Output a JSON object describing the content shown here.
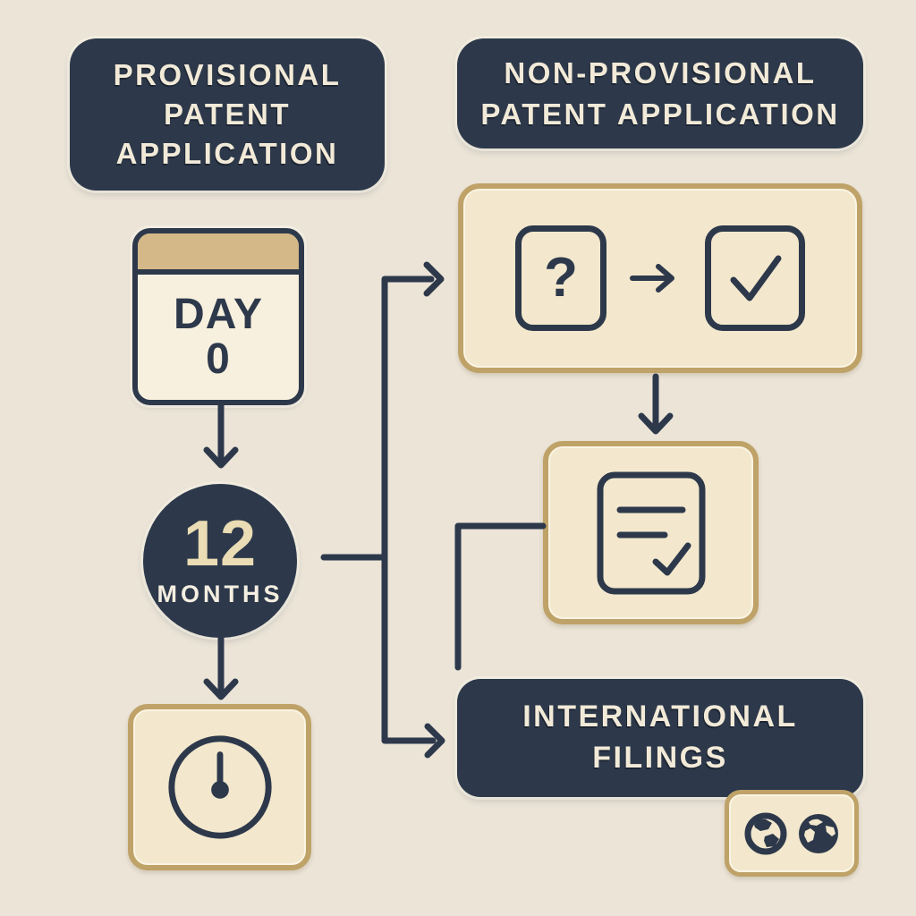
{
  "palette": {
    "background": "#ebe4d7",
    "navy": "#2d394b",
    "cream": "#f2ead8",
    "beige": "#f3e8cd",
    "tan": "#bfa268",
    "calendar_header": "#d5b887",
    "calendar_body": "#f7f0de",
    "number_cream": "#eadcb4"
  },
  "boxes": {
    "provisional": {
      "lines": [
        "PROVISIONAL",
        "PATENT",
        "APPLICATION"
      ]
    },
    "non_provisional": {
      "lines": [
        "NON-PROVISIONAL",
        "PATENT APPLICATION"
      ]
    },
    "international": {
      "lines": [
        "INTERNATIONAL",
        "FILINGS"
      ]
    }
  },
  "calendar": {
    "label": "DAY",
    "number": "0"
  },
  "milestone": {
    "number": "12",
    "unit": "MONTHS"
  },
  "icons": {
    "calendar": "calendar-day-icon",
    "clock": "clock-deadline-icon",
    "question_glyph": "?",
    "question": "question-box-icon",
    "arrow_right": "arrow-right-icon",
    "check": "checkmark-box-icon",
    "document": "document-checklist-icon",
    "globe_west": "globe-western-hemisphere-icon",
    "globe_east": "globe-eastern-hemisphere-icon"
  }
}
